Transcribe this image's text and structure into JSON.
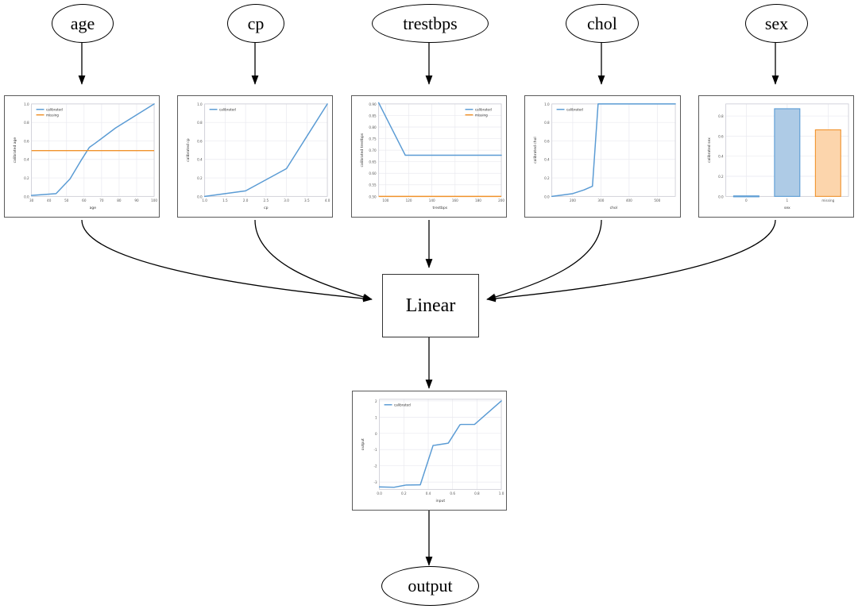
{
  "diagram": {
    "type": "calibrated-feature-model-graph",
    "input_nodes": [
      {
        "id": "age",
        "label": "age"
      },
      {
        "id": "cp",
        "label": "cp"
      },
      {
        "id": "trestbps",
        "label": "trestbps"
      },
      {
        "id": "chol",
        "label": "chol"
      },
      {
        "id": "sex",
        "label": "sex"
      }
    ],
    "linear_node": {
      "label": "Linear"
    },
    "output_node": {
      "label": "output"
    },
    "legend_terms": {
      "calibrated": "calibrated",
      "missing": "missing"
    },
    "colors": {
      "calibrated": "#5a9bd4",
      "missing": "#f0922b",
      "node_stroke": "#000000",
      "panel_border": "#5a5a5a"
    }
  },
  "chart_data": [
    {
      "id": "age",
      "type": "line",
      "title": "",
      "xlabel": "age",
      "ylabel": "calibrated age",
      "xlim": [
        30,
        100
      ],
      "ylim": [
        0.0,
        1.0
      ],
      "xticks": [
        30,
        40,
        50,
        60,
        70,
        80,
        90,
        100
      ],
      "yticks": [
        0.0,
        0.2,
        0.4,
        0.6,
        0.8,
        1.0
      ],
      "grid": true,
      "legend_position": "upper left",
      "series": [
        {
          "name": "calibrated",
          "color": "#5a9bd4",
          "x": [
            30,
            44,
            52,
            58,
            63,
            66,
            78,
            100
          ],
          "y": [
            0.01,
            0.03,
            0.19,
            0.38,
            0.53,
            0.57,
            0.74,
            1.0
          ]
        },
        {
          "name": "missing",
          "color": "#f0922b",
          "x": [
            30,
            100
          ],
          "y": [
            0.495,
            0.495
          ]
        }
      ]
    },
    {
      "id": "cp",
      "type": "line",
      "title": "",
      "xlabel": "cp",
      "ylabel": "calibrated cp",
      "xlim": [
        1.0,
        4.0
      ],
      "ylim": [
        0.0,
        1.0
      ],
      "xticks": [
        1.0,
        1.5,
        2.0,
        2.5,
        3.0,
        3.5,
        4.0
      ],
      "yticks": [
        0.0,
        0.2,
        0.4,
        0.6,
        0.8,
        1.0
      ],
      "grid": true,
      "legend_position": "upper left",
      "series": [
        {
          "name": "calibrated",
          "color": "#5a9bd4",
          "x": [
            1.0,
            2.0,
            3.0,
            4.0
          ],
          "y": [
            0.0,
            0.06,
            0.3,
            1.0
          ]
        }
      ]
    },
    {
      "id": "trestbps",
      "type": "line",
      "title": "",
      "xlabel": "trestbps",
      "ylabel": "calibrated trestbps",
      "xlim": [
        94,
        200
      ],
      "ylim": [
        0.5,
        0.9
      ],
      "xticks": [
        100,
        120,
        140,
        160,
        180,
        200
      ],
      "yticks": [
        0.5,
        0.55,
        0.6,
        0.65,
        0.7,
        0.75,
        0.8,
        0.85,
        0.9
      ],
      "grid": true,
      "legend_position": "upper right",
      "series": [
        {
          "name": "calibrated",
          "color": "#5a9bd4",
          "x": [
            94,
            117,
            200
          ],
          "y": [
            0.905,
            0.678,
            0.678
          ]
        },
        {
          "name": "missing",
          "color": "#f0922b",
          "x": [
            94,
            200
          ],
          "y": [
            0.5,
            0.5
          ]
        }
      ]
    },
    {
      "id": "chol",
      "type": "line",
      "title": "",
      "xlabel": "chol",
      "ylabel": "calibrated chol",
      "xlim": [
        126,
        564
      ],
      "ylim": [
        0.0,
        1.0
      ],
      "xticks": [
        200,
        300,
        400,
        500
      ],
      "yticks": [
        0.0,
        0.2,
        0.4,
        0.6,
        0.8,
        1.0
      ],
      "grid": true,
      "legend_position": "upper left",
      "series": [
        {
          "name": "calibrated",
          "color": "#5a9bd4",
          "x": [
            126,
            200,
            240,
            270,
            290,
            564
          ],
          "y": [
            0.0,
            0.03,
            0.07,
            0.11,
            1.0,
            1.0
          ]
        }
      ]
    },
    {
      "id": "sex",
      "type": "bar",
      "title": "",
      "xlabel": "sex",
      "ylabel": "calibrated sex",
      "ylim": [
        0.0,
        0.92
      ],
      "yticks": [
        0.0,
        0.2,
        0.4,
        0.6,
        0.8
      ],
      "grid": true,
      "categories": [
        "0",
        "1",
        "missing"
      ],
      "values": [
        0.005,
        0.872,
        0.662
      ],
      "bar_colors": [
        "#5a9bd4",
        "#aecbe6",
        "#fcd5ac"
      ],
      "legend_position": "none"
    },
    {
      "id": "output",
      "type": "line",
      "title": "",
      "xlabel": "input",
      "ylabel": "output",
      "xlim": [
        0.0,
        1.0
      ],
      "ylim": [
        -3.45,
        2.1
      ],
      "xticks": [
        0.0,
        0.2,
        0.4,
        0.6,
        0.8,
        1.0
      ],
      "yticks": [
        -3,
        -2,
        -1,
        0,
        1,
        2
      ],
      "grid": true,
      "legend_position": "upper left",
      "series": [
        {
          "name": "calibrated",
          "color": "#5a9bd4",
          "x": [
            0.0,
            0.12,
            0.22,
            0.33,
            0.335,
            0.44,
            0.455,
            0.55,
            0.565,
            0.66,
            0.67,
            0.78,
            1.0
          ],
          "y": [
            -3.3,
            -3.32,
            -3.18,
            -3.17,
            -3.17,
            -0.74,
            -0.73,
            -0.62,
            -0.6,
            0.53,
            0.55,
            0.55,
            2.0
          ]
        }
      ]
    }
  ]
}
